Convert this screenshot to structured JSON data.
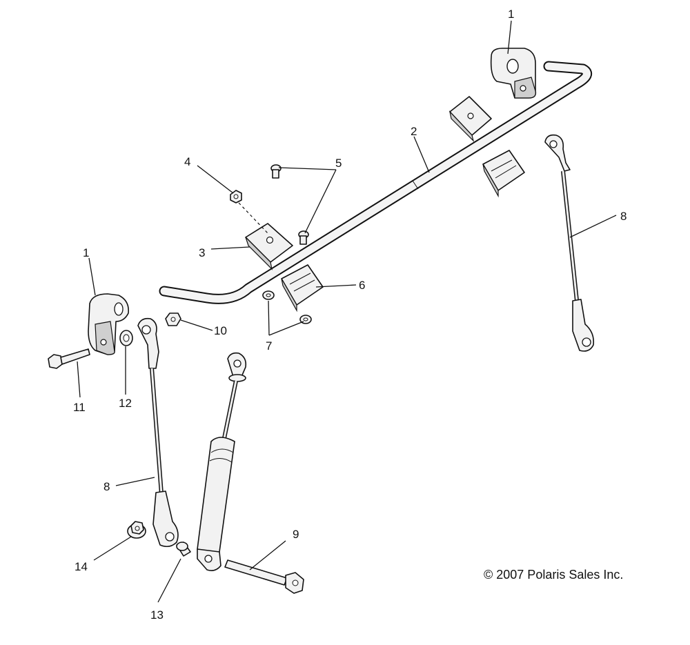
{
  "copyright": "© 2007 Polaris Sales Inc.",
  "callouts": {
    "c1_top": "1",
    "c1_left": "1",
    "c2": "2",
    "c3": "3",
    "c4": "4",
    "c5": "5",
    "c6": "6",
    "c7": "7",
    "c8_right": "8",
    "c8_left": "8",
    "c9": "9",
    "c10": "10",
    "c11": "11",
    "c12": "12",
    "c13": "13",
    "c14": "14"
  }
}
